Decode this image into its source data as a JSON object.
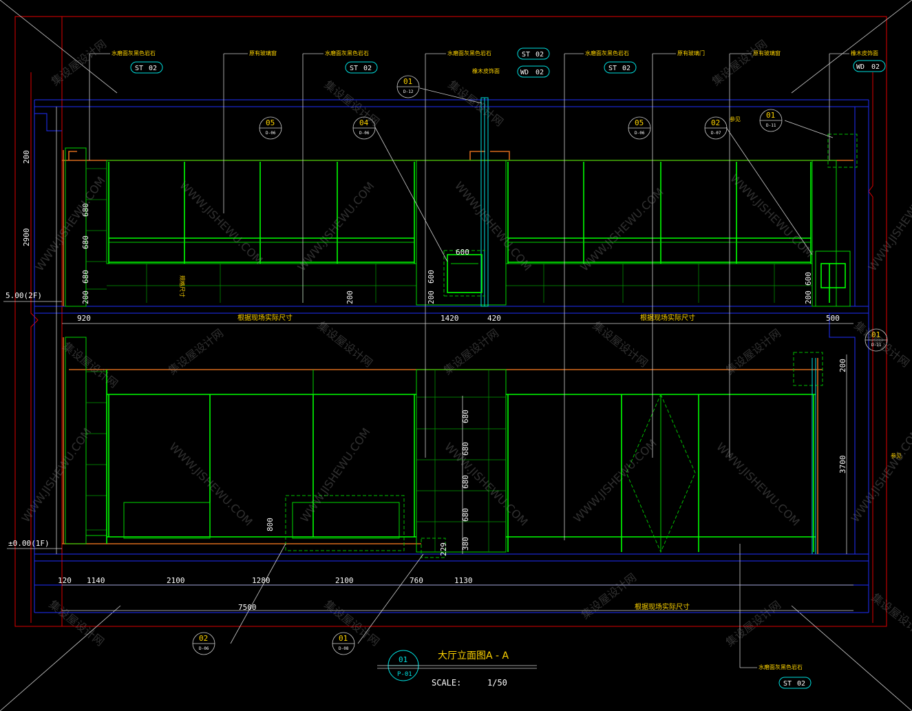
{
  "levels": {
    "upper": "5.00(2F)",
    "lower": "±0.00(1F)"
  },
  "top_tags": [
    {
      "note": "水磨面灰黑色岩石",
      "code": "ST",
      "num": "02"
    },
    {
      "note": "原有玻璃窗",
      "code": "",
      "num": ""
    },
    {
      "note": "水磨面灰黑色岩石",
      "code": "ST",
      "num": "02"
    },
    {
      "note": "水磨面灰黑色岩石",
      "code": "ST",
      "num": "02"
    },
    {
      "note": "橡木皮饰面",
      "code": "WD",
      "num": "02"
    },
    {
      "note": "水磨面灰黑色岩石",
      "code": "ST",
      "num": "02"
    },
    {
      "note": "原有玻璃门",
      "code": "",
      "num": ""
    },
    {
      "note": "原有玻璃窗",
      "code": "",
      "num": ""
    },
    {
      "note": "橡木皮饰面",
      "code": "WD",
      "num": "02"
    }
  ],
  "extra_notes": {
    "wood_center": "橡木皮饰面",
    "refer": "参见",
    "side_size": "规格尺寸"
  },
  "bubbles": [
    {
      "top": "05",
      "bottom": "D-06"
    },
    {
      "top": "04",
      "bottom": "D-06"
    },
    {
      "top": "01",
      "bottom": "D-12"
    },
    {
      "top": "05",
      "bottom": "D-06"
    },
    {
      "top": "02",
      "bottom": "D-07"
    },
    {
      "top": "01",
      "bottom": "D-11"
    },
    {
      "top": "01",
      "bottom": "D-11"
    },
    {
      "top": "02",
      "bottom": "D-06"
    },
    {
      "top": "01",
      "bottom": "D-08"
    }
  ],
  "dims_left": [
    "200",
    "2900",
    "680",
    "680",
    "680",
    "200"
  ],
  "dims_mid_upper": [
    "600",
    "600",
    "200",
    "200"
  ],
  "dims_right_upper": [
    "600",
    "200"
  ],
  "dims_row_upper": [
    "920",
    "根据现场实际尺寸",
    "1420",
    "420",
    "根据现场实际尺寸",
    "500"
  ],
  "dims_mid_lower": [
    "680",
    "680",
    "680",
    "680",
    "380",
    "229"
  ],
  "dims_lower_misc": [
    "800",
    "200",
    "3700"
  ],
  "dims_row_lower": [
    "120",
    "1140",
    "2100",
    "1280",
    "2100",
    "760",
    "1130"
  ],
  "dims_total": [
    "7500",
    "根据现场实际尺寸"
  ],
  "bottom_tag": {
    "note": "水磨面灰黑色岩石",
    "code": "ST",
    "num": "02"
  },
  "title_block": {
    "bubble_top": "01",
    "bubble_bottom": "P-01",
    "title": "大厅立面图A - A",
    "scale_label": "SCALE:",
    "scale_value": "1/50"
  },
  "watermark": {
    "cn": "集设屋设计网",
    "en": "WWW.JISHEWU.COM"
  }
}
